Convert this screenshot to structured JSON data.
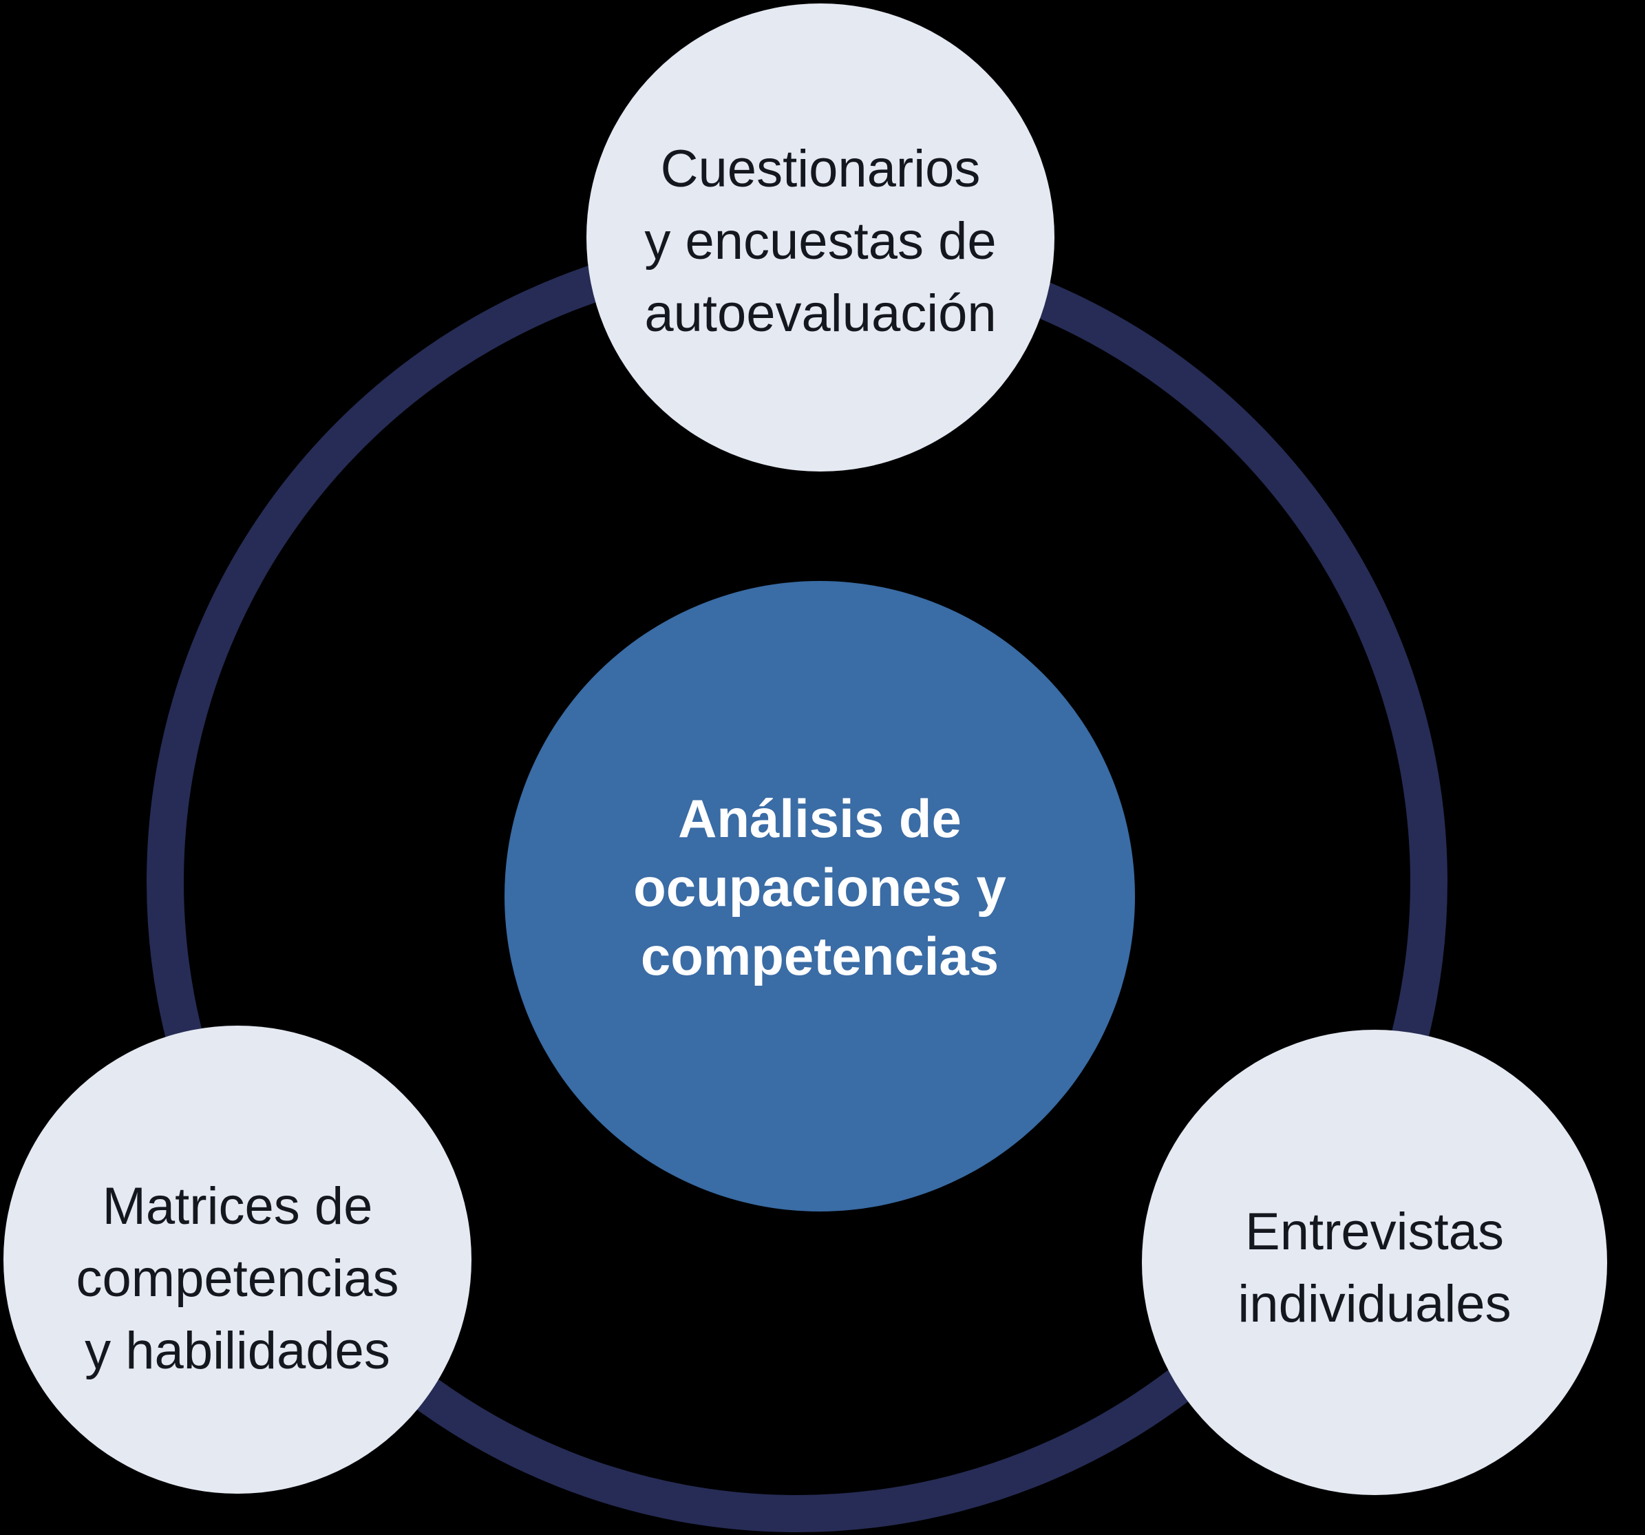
{
  "diagram": {
    "colors": {
      "background": "#000000",
      "ring": "#262C55",
      "satellite_fill": "#E5E9F2",
      "satellite_text": "#15171E",
      "center_fill": "#3A6CA5",
      "center_text": "#FFFFFF"
    },
    "center_circle": {
      "lines": [
        "Análisis de",
        "ocupaciones y",
        "competencias"
      ]
    },
    "satellites": {
      "top": {
        "lines": [
          "Cuestionarios",
          "y encuestas de",
          "autoevaluación"
        ]
      },
      "bottom_left": {
        "lines": [
          "Matrices de",
          "competencias",
          "y habilidades"
        ]
      },
      "bottom_right": {
        "lines": [
          "Entrevistas",
          "individuales"
        ]
      }
    }
  }
}
